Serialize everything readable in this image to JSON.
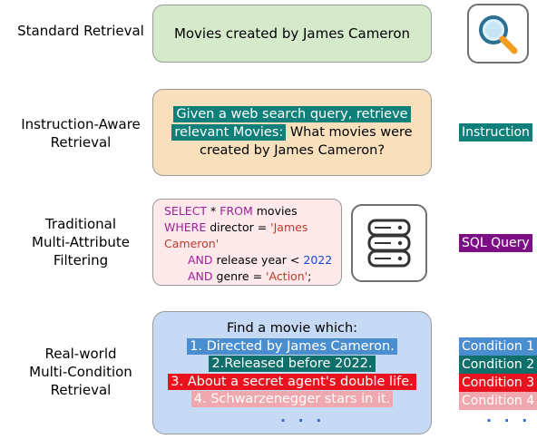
{
  "rows": {
    "standard": {
      "label": "Standard Retrieval",
      "query": "Movies created by James Cameron",
      "icon": "magnifier-icon"
    },
    "instruction": {
      "label_lines": [
        "Instruction-Aware",
        "Retrieval"
      ],
      "highlight_line1": "Given a web search query, retrieve",
      "highlight_line2": "relevant Movies:",
      "plain_line2": " What movies were",
      "plain_line3": "created by James Cameron?",
      "tag": "Instruction"
    },
    "traditional": {
      "label_lines": [
        "Traditional",
        "Multi-Attribute",
        "Filtering"
      ],
      "sql": {
        "l1_kw1": "SELECT",
        "l1_mid": " * ",
        "l1_kw2": "FROM",
        "l1_end": " movies",
        "l2_kw": "WHERE",
        "l2_mid": " director = ",
        "l2_str": "'James",
        "l3_str": "Cameron'",
        "l4_kw": "AND",
        "l4_mid": " release year < ",
        "l4_num": "2022",
        "l5_kw": "AND",
        "l5_mid": " genre = ",
        "l5_str": "'Action'",
        "l5_end": ";"
      },
      "icon": "database-icon",
      "tag": "SQL Query"
    },
    "realworld": {
      "label_lines": [
        "Real-world",
        "Multi-Condition",
        "Retrieval"
      ],
      "intro": "Find a movie which:",
      "conditions": [
        "1. Directed by James Cameron.",
        "2.Released before 2022.",
        "3. About a secret agent's double life.",
        "4. Schwarzenegger stars in it."
      ],
      "ellipsis": ". . .",
      "tags": [
        "Condition 1",
        "Condition 2",
        "Condition 3",
        "Condition 4"
      ],
      "tag_ellipsis": ". . ."
    }
  },
  "colors": {
    "standard_box": "#d5eacb",
    "instruction_box": "#f8e0bd",
    "sql_box": "#fde9ea",
    "realworld_box": "#c6d9f5",
    "teal": "#0f7f7a",
    "purple": "#7b0f83",
    "cond1": "#4b8ed0",
    "cond2": "#0f6f6a",
    "cond3": "#e8131e",
    "cond4": "#efa8ad"
  }
}
